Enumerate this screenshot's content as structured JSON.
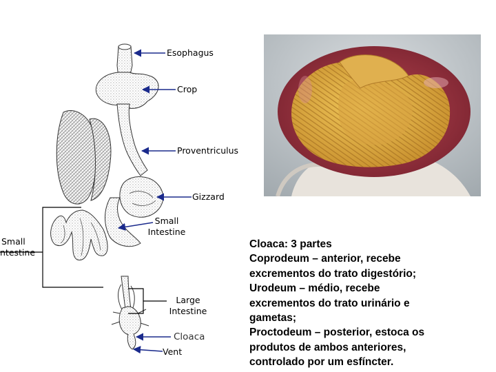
{
  "diagram": {
    "labels": {
      "esophagus": "Esophagus",
      "crop": "Crop",
      "proventriculus": "Proventriculus",
      "gizzard": "Gizzard",
      "small_intestine_inner": [
        "Small",
        "Intestine"
      ],
      "small_intestine_outer": [
        "Small",
        "ntestine"
      ],
      "large_intestine": [
        "Large",
        "Intestine"
      ],
      "cloaca": "Cloaca",
      "vent": "Vent"
    }
  },
  "caption": {
    "lines": [
      "Cloaca: 3 partes",
      "Coprodeum – anterior, recebe",
      "excrementos do trato digestório;",
      "Urodeum – médio, recebe",
      "excrementos do trato urinário e",
      "gametas;",
      "Proctodeum – posterior, estoca os",
      "produtos de ambos anteriores,",
      "controlado por um esfíncter."
    ]
  }
}
